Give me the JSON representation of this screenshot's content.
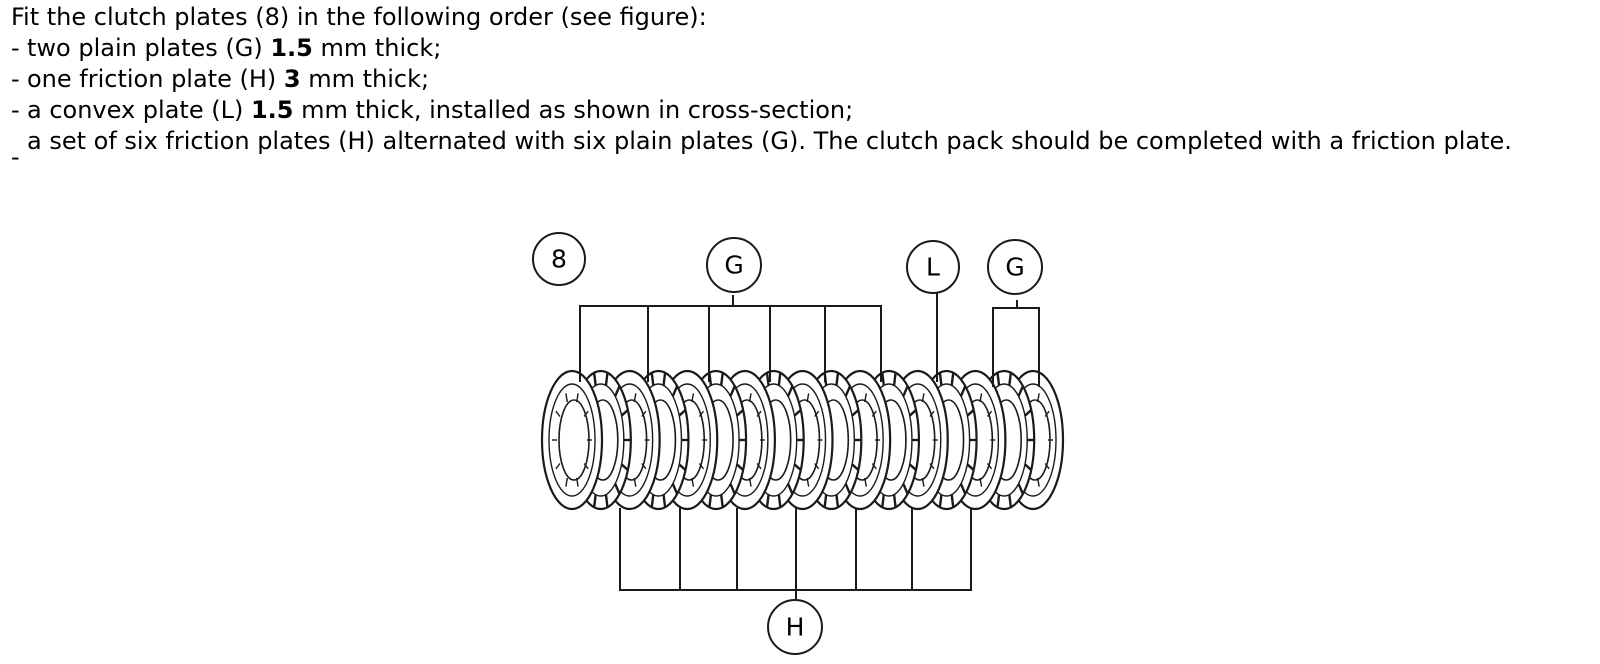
{
  "intro": "Fit the clutch plates (8) in the following order (see figure):",
  "items": [
    {
      "dash": "-",
      "pre": "two plain plates (G) ",
      "bold": "1.5",
      "post": " mm thick;"
    },
    {
      "dash": "-",
      "pre": "one friction plate (H) ",
      "bold": "3",
      "post": " mm thick;"
    },
    {
      "dash": "-",
      "pre": "a convex plate (L) ",
      "bold": "1.5",
      "post": " mm thick, installed as shown in cross-section;"
    },
    {
      "dash": "-",
      "pre": "a set of six friction plates (H) alternated with six plain plates (G). The clutch pack should be completed with a friction plate.",
      "bold": "",
      "post": ""
    }
  ],
  "figure": {
    "callouts": {
      "part_number": "8",
      "plain_plates_top": "G",
      "convex_plate": "L",
      "plain_plates_right": "G",
      "friction_plates": "H"
    },
    "line_color": "#1a1a1a"
  }
}
